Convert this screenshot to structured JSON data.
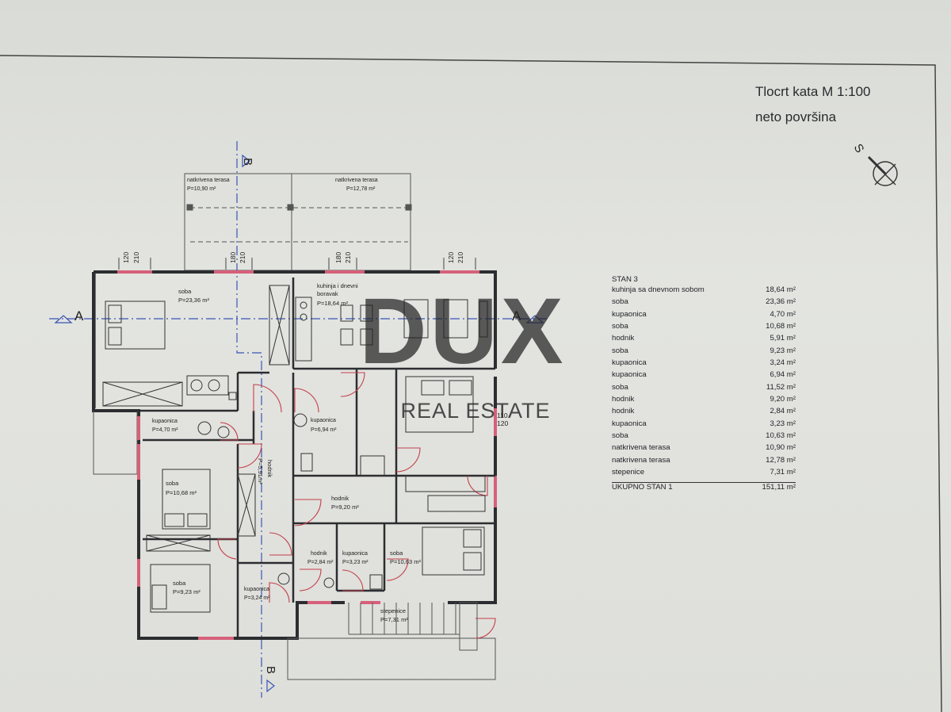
{
  "title": {
    "line1": "Tlocrt kata M 1:100",
    "line2": "neto površina"
  },
  "watermark": {
    "logo_text": "DUX",
    "subtitle": "REAL ESTATE"
  },
  "section_marks": {
    "a_left": "A",
    "a_right": "A",
    "b_top": "B",
    "b_bottom": "B"
  },
  "north_label": "S",
  "rooms": {
    "terrace1": {
      "name": "natkrivena terasa",
      "area": "P=10,90 m²"
    },
    "terrace2": {
      "name": "natkrivena terasa",
      "area": "P=12,78 m²"
    },
    "soba_big": {
      "name": "soba",
      "area": "P=23,36 m²"
    },
    "kitchen": {
      "name1": "kuhinja i dnevni",
      "name2": "boravak",
      "area": "P=18,64 m²"
    },
    "kupaonica1": {
      "name": "kupaonica",
      "area": "P=4,70 m²"
    },
    "kupaonica2": {
      "name": "kupaonica",
      "area": "P=6,94 m²"
    },
    "hodnik_vertical": {
      "name": "hodnik",
      "area": "P=5,91m²"
    },
    "soba2": {
      "name": "soba",
      "area": "P=10,68 m²"
    },
    "hodnik2": {
      "name": "hodnik",
      "area": "P=9,20 m²"
    },
    "soba3": {
      "name": "soba",
      "area": "P=9,23 m²"
    },
    "kupaonica3": {
      "name": "kupaonica",
      "area": "P=3,24 m²"
    },
    "hodnik3": {
      "name": "hodnik",
      "area": "P=2,84 m²"
    },
    "kupaonica4": {
      "name": "kupaonica",
      "area": "P=3,23 m²"
    },
    "soba4": {
      "name": "soba",
      "area": "P=10,63 m²"
    },
    "stepenice": {
      "name": "stepenice",
      "area": "P=7,31 m²"
    }
  },
  "dimensions": {
    "d1a": "120",
    "d1b": "210",
    "d2a": "180",
    "d2b": "210",
    "d3a": "180",
    "d3b": "210",
    "d4a": "120",
    "d4b": "210",
    "d5a": "110",
    "d5b": "120"
  },
  "area_table": {
    "header": "STAN 3",
    "rows": [
      {
        "label": "kuhinja sa dnevnom sobom",
        "value": "18,64 m²"
      },
      {
        "label": "soba",
        "value": "23,36 m²"
      },
      {
        "label": "kupaonica",
        "value": "4,70 m²"
      },
      {
        "label": "soba",
        "value": "10,68 m²"
      },
      {
        "label": "hodnik",
        "value": "5,91 m²"
      },
      {
        "label": "soba",
        "value": "9,23 m²"
      },
      {
        "label": "kupaonica",
        "value": "3,24 m²"
      },
      {
        "label": "kupaonica",
        "value": "6,94 m²"
      },
      {
        "label": "soba",
        "value": "11,52 m²"
      },
      {
        "label": "hodnik",
        "value": "9,20 m²"
      },
      {
        "label": "hodnik",
        "value": "2,84 m²"
      },
      {
        "label": "kupaonica",
        "value": "3,23 m²"
      },
      {
        "label": "soba",
        "value": "10,63 m²"
      },
      {
        "label": "natkrivena terasa",
        "value": "10,90 m²"
      },
      {
        "label": "natkrivena terasa",
        "value": "12,78 m²"
      },
      {
        "label": "stepenice",
        "value": "7,31 m²"
      }
    ],
    "total": {
      "label": "UKUPNO STAN 1",
      "value": "151,11 m²"
    }
  },
  "colors": {
    "wall": "#2c2d30",
    "window": "#d6607a",
    "section_line": "#3a55b5",
    "watermark": "#ffffff",
    "paper": "#dfe0dc"
  }
}
